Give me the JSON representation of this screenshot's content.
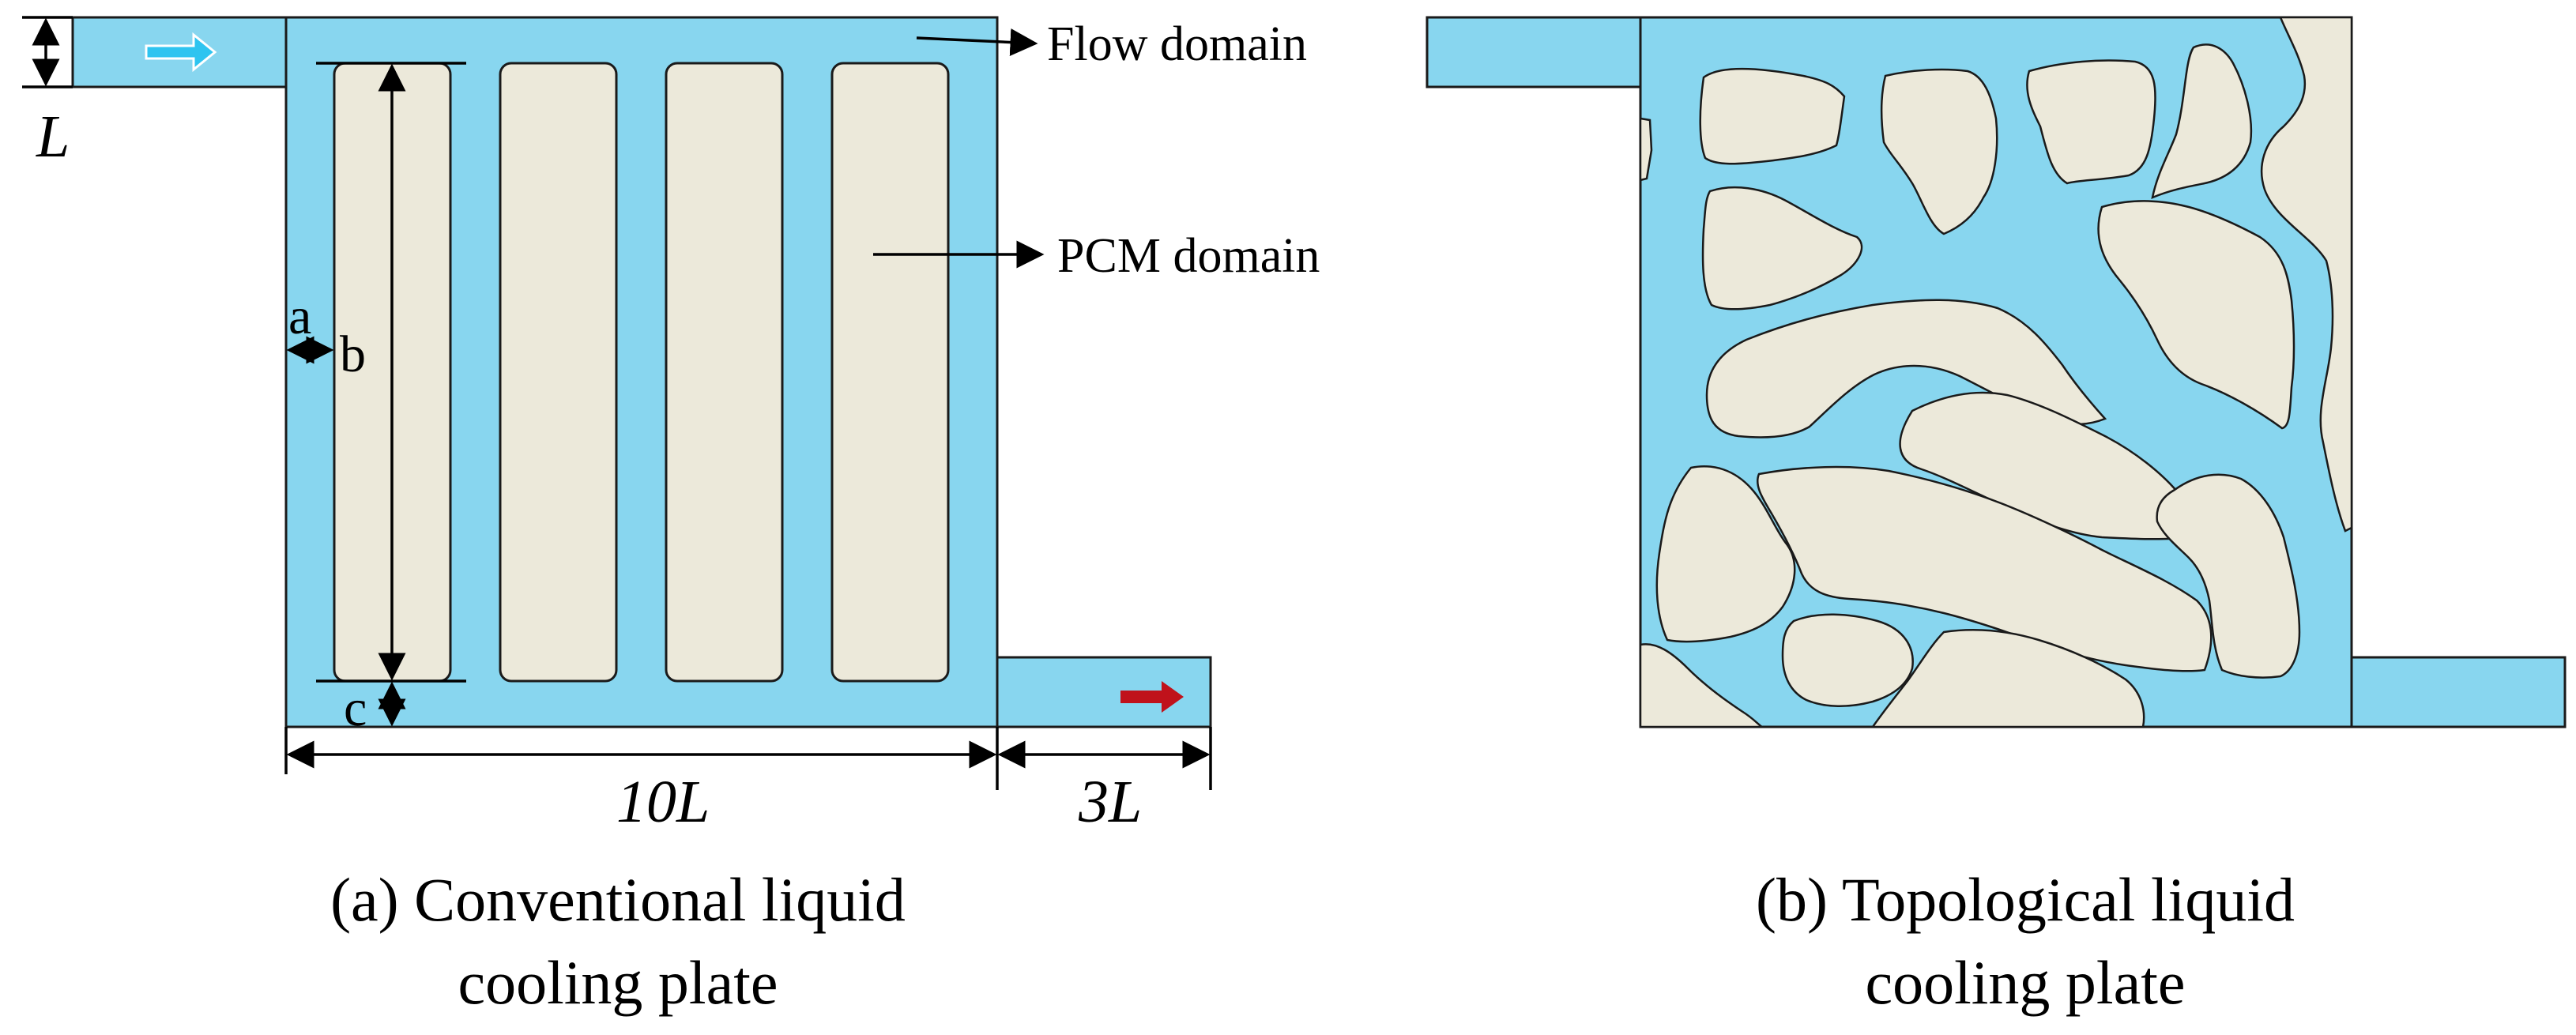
{
  "colors": {
    "flow": "#88d6ef",
    "pcm": "#ece9da",
    "outline": "#1a1a1a",
    "inlet_arrow": "#2ec4f0",
    "outlet_arrow": "#c0121b",
    "text": "#000000"
  },
  "icons": {
    "inlet_arrow": "right-arrow-light-blue",
    "outlet_arrow": "right-arrow-red"
  },
  "panel_a": {
    "caption_line1": "(a) Conventional liquid",
    "caption_line2": "cooling plate",
    "labels": {
      "flow_domain": "Flow domain",
      "pcm_domain": "PCM domain",
      "inlet_width": "L",
      "dim_a": "a",
      "dim_b": "b",
      "dim_c": "c",
      "width_10L": "10L",
      "outlet_3L": "3L"
    }
  },
  "panel_b": {
    "caption_line1": "(b) Topological liquid",
    "caption_line2": "cooling plate"
  }
}
